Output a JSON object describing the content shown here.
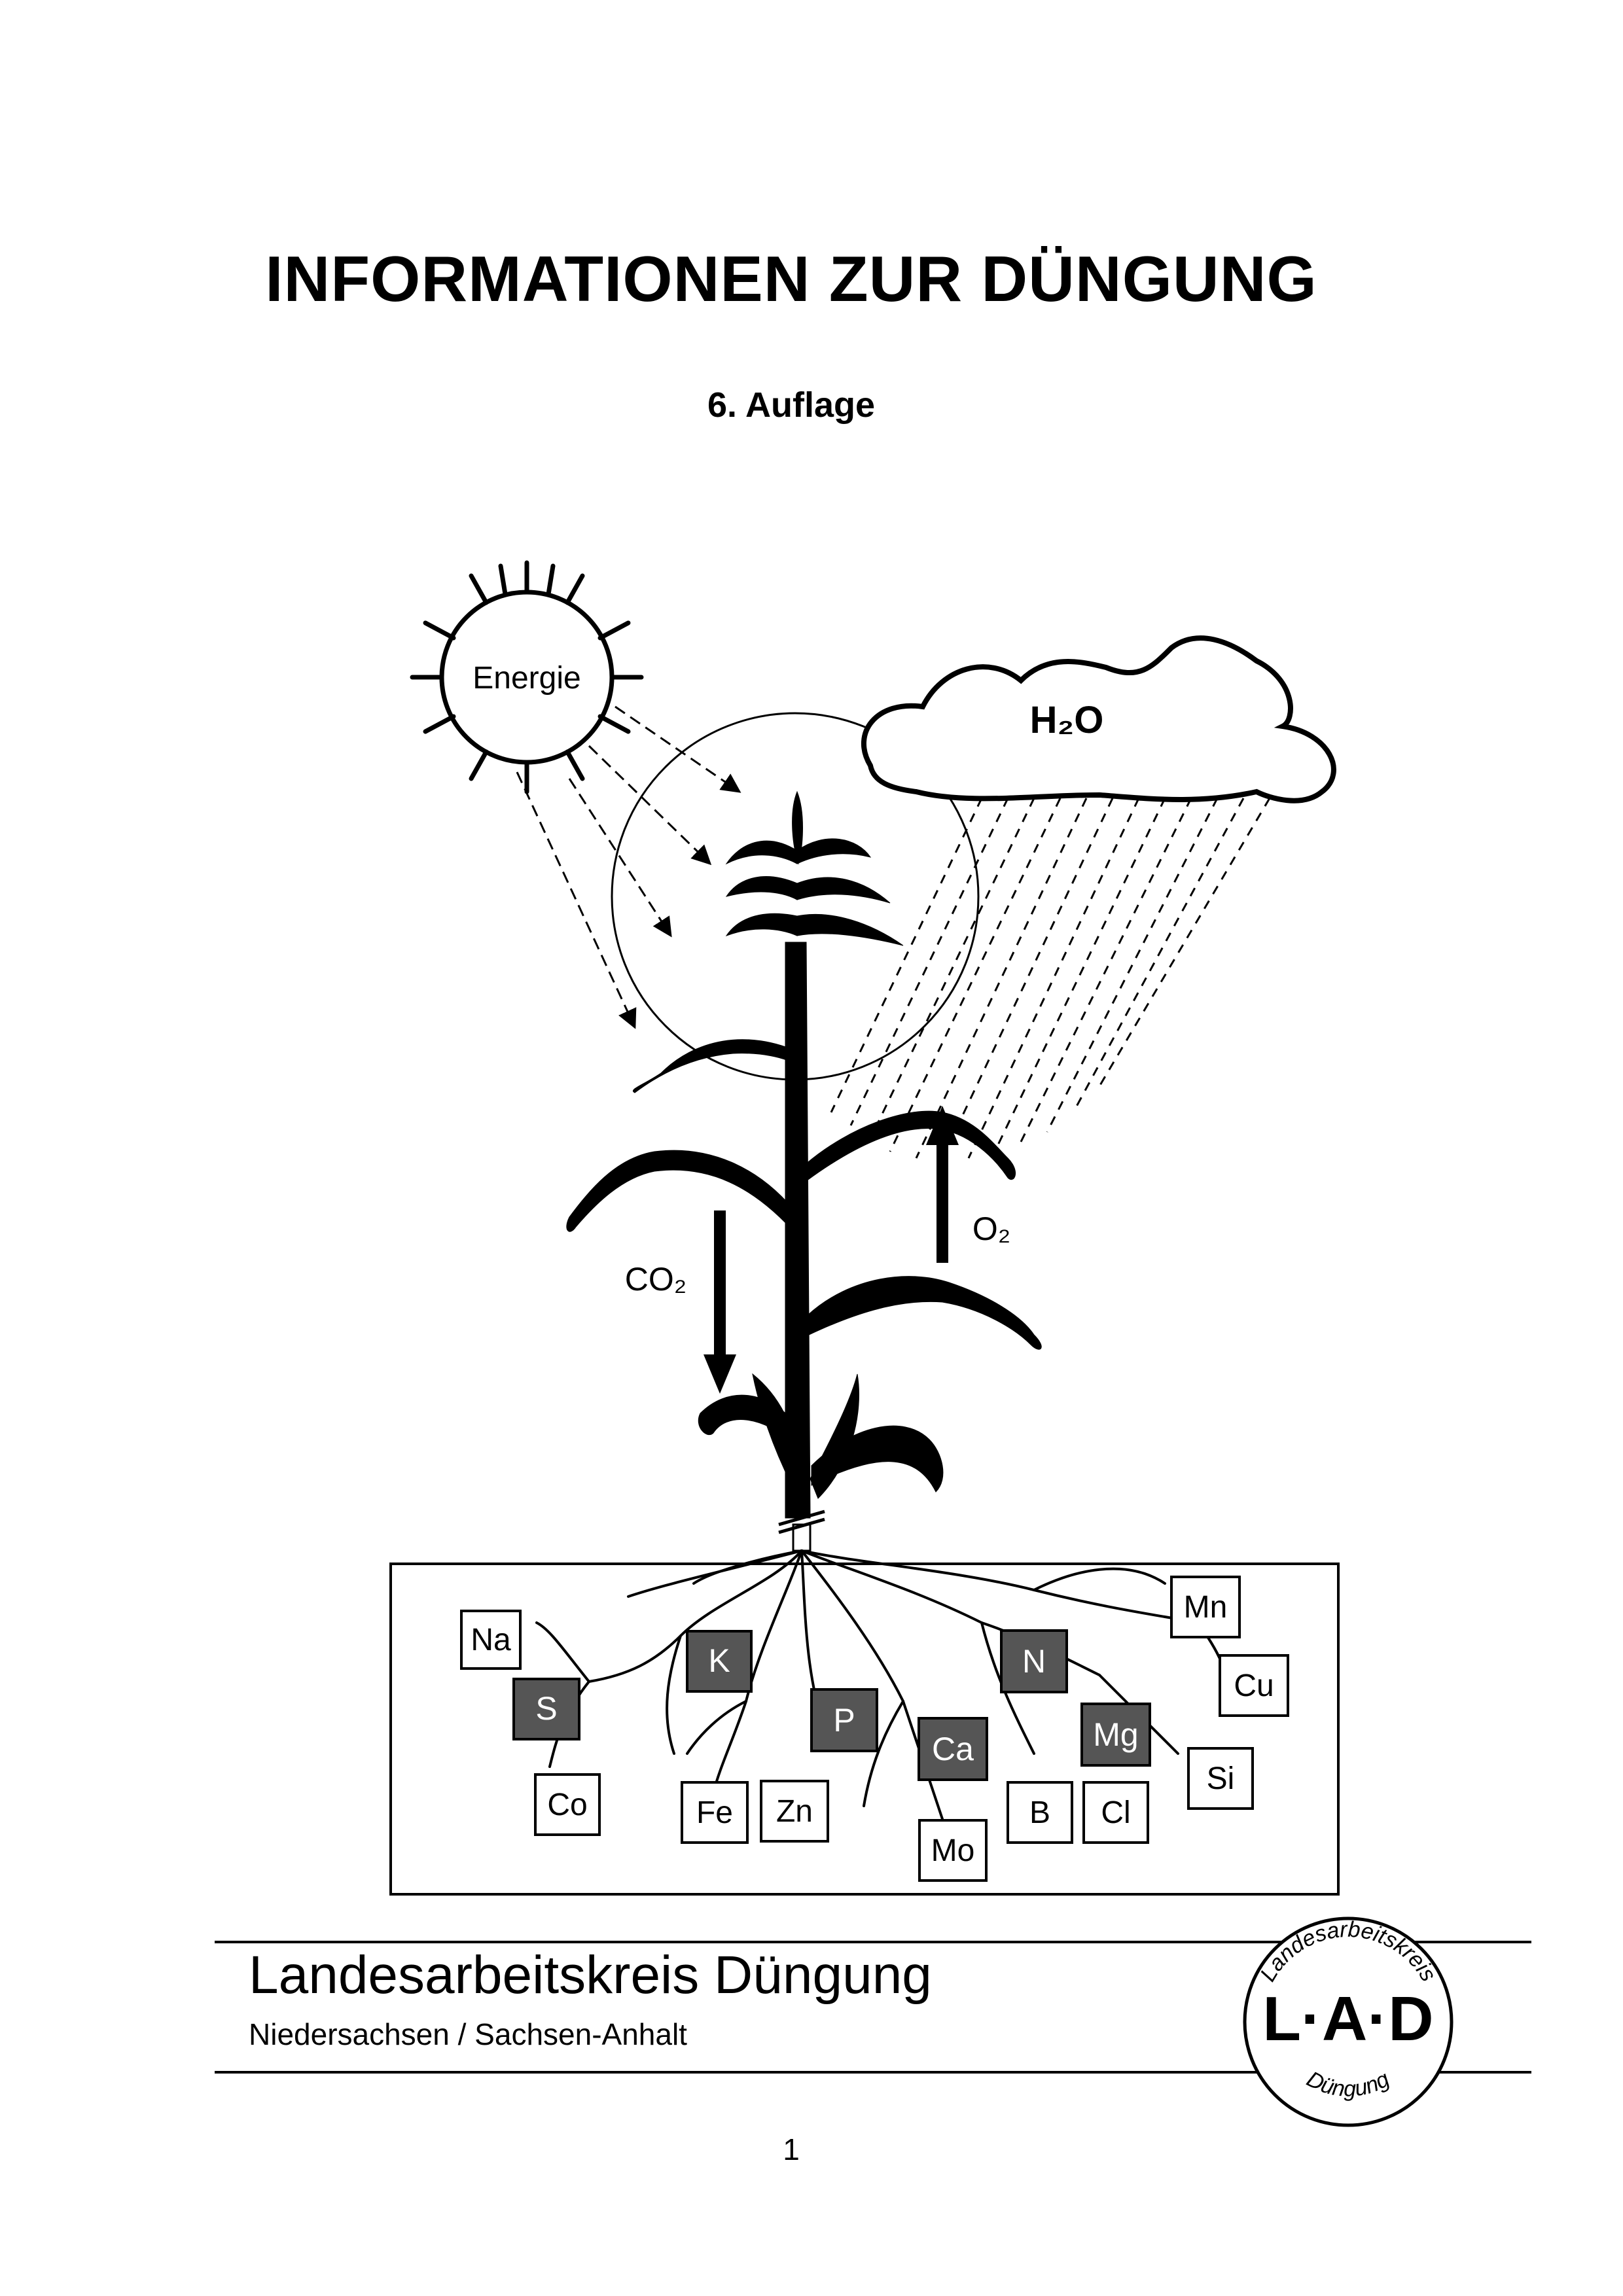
{
  "document": {
    "title": "INFORMATIONEN ZUR DÜNGUNG",
    "edition": "6. Auflage",
    "page_number": "1"
  },
  "illustration": {
    "sun_label": "Energie",
    "cloud_label": "H₂O",
    "co2_label": "CO₂",
    "o2_label": "O₂",
    "nutrients": {
      "Na": "Na",
      "S": "S",
      "Co": "Co",
      "K": "K",
      "Fe": "Fe",
      "Zn": "Zn",
      "P": "P",
      "Mo": "Mo",
      "Ca": "Ca",
      "N": "N",
      "B": "B",
      "Cl": "Cl",
      "Mg": "Mg",
      "Mn": "Mn",
      "Cu": "Cu",
      "Si": "Si"
    },
    "highlighted_nutrients": [
      "K",
      "N",
      "S",
      "P",
      "Ca",
      "Mg"
    ]
  },
  "footer": {
    "org_name": "Landesarbeitskreis Düngung",
    "org_region": "Niedersachsen / Sachsen-Anhalt"
  },
  "logo": {
    "arc_top": "Landesarbeitskreis",
    "letters": "L·A·D",
    "arc_bottom": "Düngung"
  }
}
